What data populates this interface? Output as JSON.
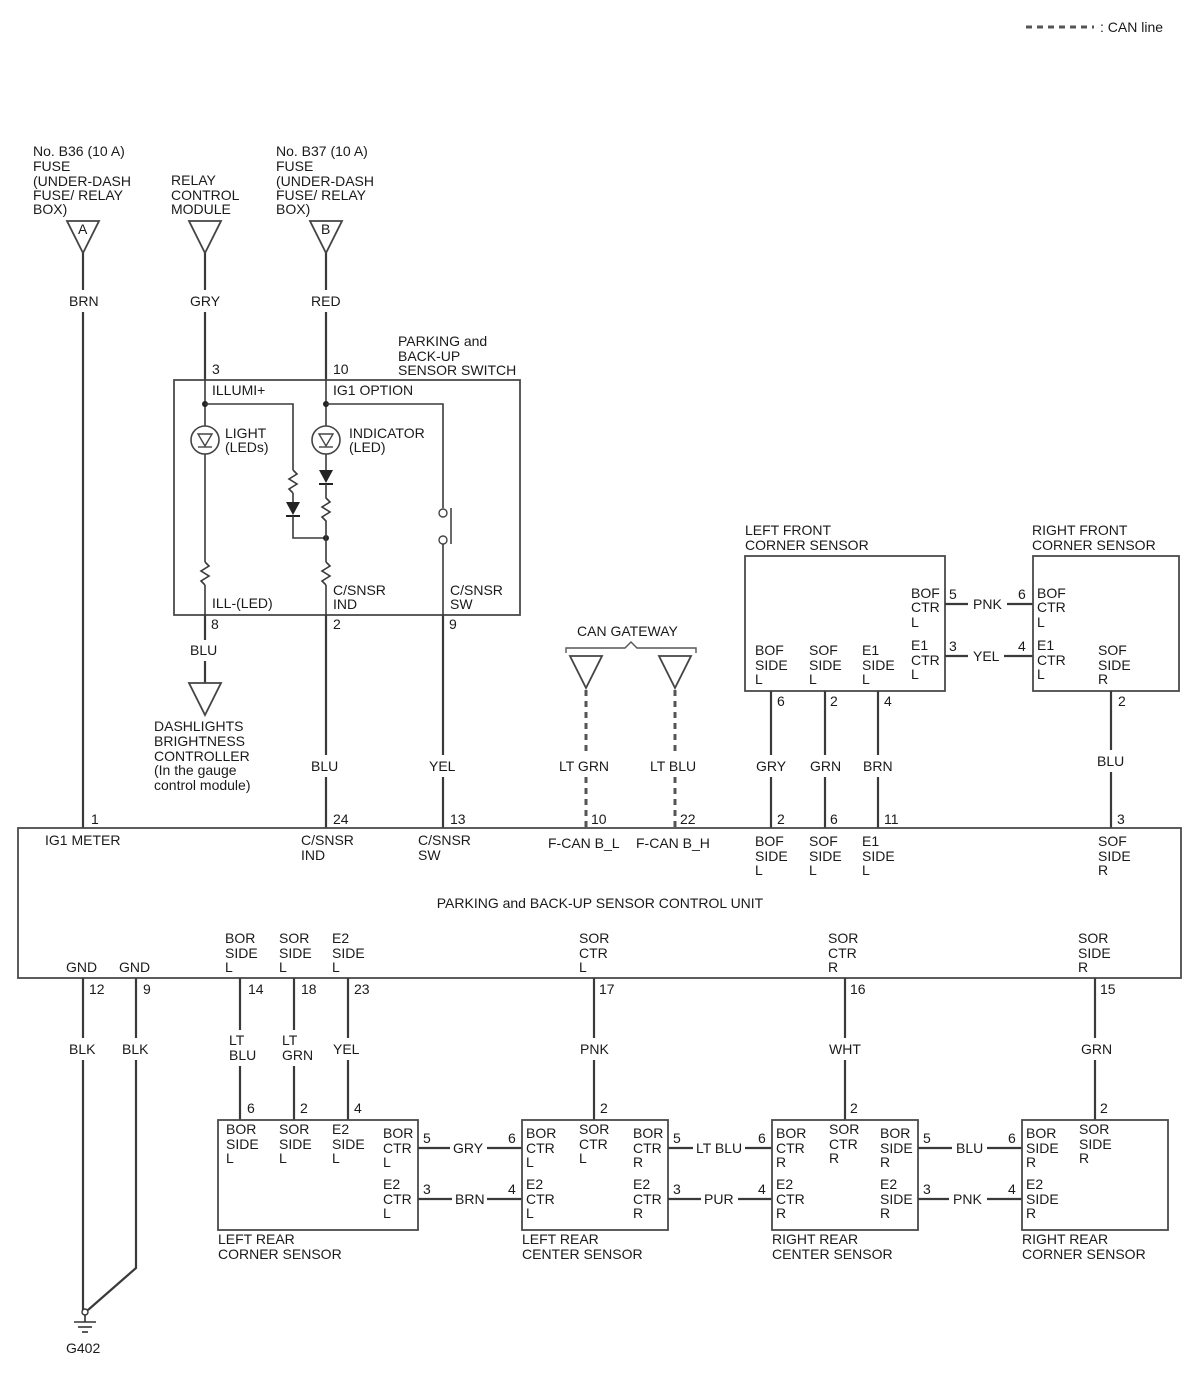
{
  "legend": {
    "can_line": ": CAN line"
  },
  "sources": {
    "fuse_b36": [
      "No. B36 (10 A)",
      "FUSE",
      "(UNDER-DASH",
      "FUSE/ RELAY",
      "BOX)"
    ],
    "fuse_b36_tag": "A",
    "relay": [
      "RELAY",
      "CONTROL",
      "MODULE"
    ],
    "fuse_b37": [
      "No. B37 (10 A)",
      "FUSE",
      "(UNDER-DASH",
      "FUSE/ RELAY",
      "BOX)"
    ],
    "fuse_b37_tag": "B"
  },
  "wires": {
    "brn": "BRN",
    "gry": "GRY",
    "red": "RED",
    "blu": "BLU",
    "blu2": "BLU",
    "yel": "YEL",
    "lt_grn": "LT GRN",
    "lt_blu": "LT BLU",
    "gry2": "GRY",
    "grn": "GRN",
    "brn2": "BRN",
    "pnk": "PNK",
    "yel2": "YEL",
    "blu3": "BLU",
    "blk1": "BLK",
    "blk2": "BLK",
    "lt_blu2": "LT\nBLU",
    "lt_grn2": "LT\nGRN",
    "yel3": "YEL",
    "pnk2": "PNK",
    "wht": "WHT",
    "grn2": "GRN",
    "r_gry": "GRY",
    "r_brn": "BRN",
    "r_ltblu": "LT BLU",
    "r_pur": "PUR",
    "r_blu": "BLU",
    "r_pnk": "PNK"
  },
  "switch": {
    "title": [
      "PARKING and",
      "BACK-UP",
      "SENSOR SWITCH"
    ],
    "illumi": "ILLUMI+",
    "ig1_option": "IG1 OPTION",
    "light": [
      "LIGHT",
      "(LEDs)"
    ],
    "indicator": [
      "INDICATOR",
      "(LED)"
    ],
    "ill_led": "ILL-(LED)",
    "csnsr_ind": [
      "C/SNSR",
      "IND"
    ],
    "csnsr_sw": [
      "C/SNSR",
      "SW"
    ],
    "pins": {
      "p3": "3",
      "p10": "10",
      "p8": "8",
      "p2": "2",
      "p9": "9"
    }
  },
  "dashlights": [
    "DASHLIGHTS",
    "BRIGHTNESS",
    "CONTROLLER",
    "(In the gauge",
    "control module)"
  ],
  "can_gateway": "CAN GATEWAY",
  "front_left": {
    "title": [
      "LEFT FRONT",
      "CORNER SENSOR"
    ],
    "bof_ctr": [
      "BOF",
      "CTR",
      "L"
    ],
    "e1_ctr": [
      "E1",
      "CTR",
      "L"
    ],
    "bof_side": [
      "BOF",
      "SIDE",
      "L"
    ],
    "sof_side": [
      "SOF",
      "SIDE",
      "L"
    ],
    "e1_side": [
      "E1",
      "SIDE",
      "L"
    ],
    "pins": {
      "p5": "5",
      "p3": "3",
      "p6": "6",
      "p2": "2",
      "p4": "4"
    }
  },
  "front_right": {
    "title": [
      "RIGHT FRONT",
      "CORNER SENSOR"
    ],
    "bof_ctr": [
      "BOF",
      "CTR",
      "L"
    ],
    "e1_ctr": [
      "E1",
      "CTR",
      "L"
    ],
    "sof_side": [
      "SOF",
      "SIDE",
      "R"
    ],
    "pins": {
      "p6": "6",
      "p4": "4",
      "p2": "2"
    }
  },
  "control_unit": {
    "title": "PARKING and BACK-UP SENSOR CONTROL UNIT",
    "top": {
      "ig1": "IG1 METER",
      "csnsr_ind": [
        "C/SNSR",
        "IND"
      ],
      "csnsr_sw": [
        "C/SNSR",
        "SW"
      ],
      "fcan_l": "F-CAN B_L",
      "fcan_h": "F-CAN B_H",
      "bof_side": [
        "BOF",
        "SIDE",
        "L"
      ],
      "sof_side": [
        "SOF",
        "SIDE",
        "L"
      ],
      "e1_side": [
        "E1",
        "SIDE",
        "L"
      ],
      "sof_side_r": [
        "SOF",
        "SIDE",
        "R"
      ],
      "pins": {
        "p1": "1",
        "p24": "24",
        "p13": "13",
        "p10": "10",
        "p22": "22",
        "p2": "2",
        "p6": "6",
        "p11": "11",
        "p3": "3"
      }
    },
    "bottom": {
      "gnd1": "GND",
      "gnd2": "GND",
      "bor_side": [
        "BOR",
        "SIDE",
        "L"
      ],
      "sor_side": [
        "SOR",
        "SIDE",
        "L"
      ],
      "e2_side": [
        "E2",
        "SIDE",
        "L"
      ],
      "sor_ctr_l": [
        "SOR",
        "CTR",
        "L"
      ],
      "sor_ctr_r": [
        "SOR",
        "CTR",
        "R"
      ],
      "sor_side_r": [
        "SOR",
        "SIDE",
        "R"
      ],
      "pins": {
        "p12": "12",
        "p9": "9",
        "p14": "14",
        "p18": "18",
        "p23": "23",
        "p17": "17",
        "p16": "16",
        "p15": "15"
      }
    }
  },
  "rear_sensors": {
    "lr_corner": {
      "title": [
        "LEFT REAR",
        "CORNER SENSOR"
      ],
      "bor_side": [
        "BOR",
        "SIDE",
        "L"
      ],
      "sor_side": [
        "SOR",
        "SIDE",
        "L"
      ],
      "e2_side": [
        "E2",
        "SIDE",
        "L"
      ],
      "bor_ctr": [
        "BOR",
        "CTR",
        "L"
      ],
      "e2_ctr": [
        "E2",
        "CTR",
        "L"
      ],
      "pins": {
        "p6": "6",
        "p2": "2",
        "p4": "4",
        "p5": "5",
        "p3": "3"
      }
    },
    "lr_center": {
      "title": [
        "LEFT REAR",
        "CENTER SENSOR"
      ],
      "bor_ctr_l": [
        "BOR",
        "CTR",
        "L"
      ],
      "sor_ctr_l": [
        "SOR",
        "CTR",
        "L"
      ],
      "bor_ctr_r": [
        "BOR",
        "CTR",
        "R"
      ],
      "e2_ctr_l": [
        "E2",
        "CTR",
        "L"
      ],
      "e2_ctr_r": [
        "E2",
        "CTR",
        "R"
      ],
      "pins": {
        "p6": "6",
        "p2": "2",
        "p5": "5",
        "p4": "4",
        "p3": "3"
      }
    },
    "rr_center": {
      "title": [
        "RIGHT REAR",
        "CENTER SENSOR"
      ],
      "bor_ctr_r": [
        "BOR",
        "CTR",
        "R"
      ],
      "sor_ctr_r": [
        "SOR",
        "CTR",
        "R"
      ],
      "bor_side_r": [
        "BOR",
        "SIDE",
        "R"
      ],
      "e2_ctr_r": [
        "E2",
        "CTR",
        "R"
      ],
      "e2_side_r": [
        "E2",
        "SIDE",
        "R"
      ],
      "pins": {
        "p6": "6",
        "p2": "2",
        "p5": "5",
        "p4": "4",
        "p3": "3"
      }
    },
    "rr_corner": {
      "title": [
        "RIGHT REAR",
        "CORNER SENSOR"
      ],
      "bor_side_r": [
        "BOR",
        "SIDE",
        "R"
      ],
      "sor_side_r": [
        "SOR",
        "SIDE",
        "R"
      ],
      "e2_side_r": [
        "E2",
        "SIDE",
        "R"
      ],
      "pins": {
        "p6": "6",
        "p2": "2",
        "p4": "4"
      }
    }
  },
  "ground": "G402"
}
